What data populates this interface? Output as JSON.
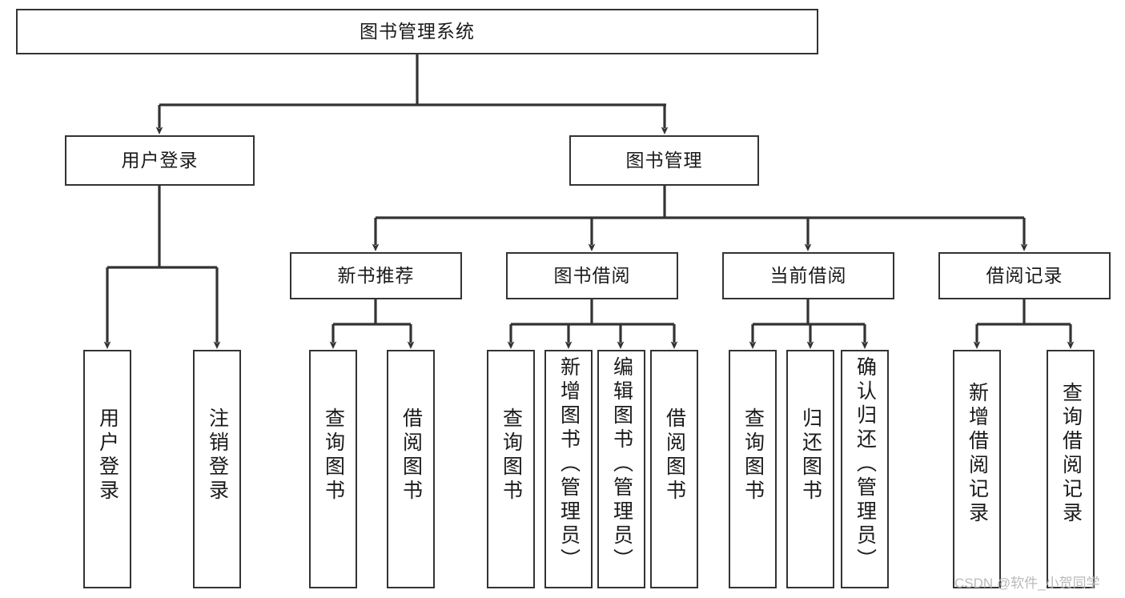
{
  "diagram": {
    "type": "tree",
    "title": "图书管理系统",
    "watermark": "CSDN @软件_小贺同学",
    "colors": {
      "box_border": "#333333",
      "box_fill": "#ffffff",
      "edge": "#333333",
      "text": "#1a1a1a",
      "watermark": "#b9b9b9"
    },
    "levels": {
      "root": {
        "label": "图书管理系统"
      },
      "level2": [
        {
          "label": "用户登录"
        },
        {
          "label": "图书管理"
        }
      ],
      "level3": [
        {
          "label": "新书推荐"
        },
        {
          "label": "图书借阅"
        },
        {
          "label": "当前借阅"
        },
        {
          "label": "借阅记录"
        }
      ]
    },
    "nodes": {
      "root": "图书管理系统",
      "user_login": "用户登录",
      "book_manage": "图书管理",
      "new_book_rec": "新书推荐",
      "book_borrow": "图书借阅",
      "current_borrow": "当前借阅",
      "borrow_record": "借阅记录",
      "leaf_user_login": "用户登录",
      "leaf_user_logout": "注销登录",
      "leaf_rec_query": "查询图书",
      "leaf_rec_borrow": "借阅图书",
      "leaf_borrow_query": "查询图书",
      "leaf_borrow_add": "新增图书（管理员）",
      "leaf_borrow_edit": "编辑图书（管理员）",
      "leaf_borrow_borrow": "借阅图书",
      "leaf_cur_query": "查询图书",
      "leaf_cur_return": "归还图书",
      "leaf_cur_confirm": "确认归还（管理员）",
      "leaf_rec_add": "新增借阅记录",
      "leaf_rec_search": "查询借阅记录"
    },
    "edges": [
      {
        "from": "root",
        "to": "user_login"
      },
      {
        "from": "root",
        "to": "book_manage"
      },
      {
        "from": "user_login",
        "to": "leaf_user_login"
      },
      {
        "from": "user_login",
        "to": "leaf_user_logout"
      },
      {
        "from": "book_manage",
        "to": "new_book_rec"
      },
      {
        "from": "book_manage",
        "to": "book_borrow"
      },
      {
        "from": "book_manage",
        "to": "current_borrow"
      },
      {
        "from": "book_manage",
        "to": "borrow_record"
      },
      {
        "from": "new_book_rec",
        "to": "leaf_rec_query"
      },
      {
        "from": "new_book_rec",
        "to": "leaf_rec_borrow"
      },
      {
        "from": "book_borrow",
        "to": "leaf_borrow_query"
      },
      {
        "from": "book_borrow",
        "to": "leaf_borrow_add"
      },
      {
        "from": "book_borrow",
        "to": "leaf_borrow_edit"
      },
      {
        "from": "book_borrow",
        "to": "leaf_borrow_borrow"
      },
      {
        "from": "current_borrow",
        "to": "leaf_cur_query"
      },
      {
        "from": "current_borrow",
        "to": "leaf_cur_return"
      },
      {
        "from": "current_borrow",
        "to": "leaf_cur_confirm"
      },
      {
        "from": "borrow_record",
        "to": "leaf_rec_add"
      },
      {
        "from": "borrow_record",
        "to": "leaf_rec_search"
      }
    ]
  }
}
